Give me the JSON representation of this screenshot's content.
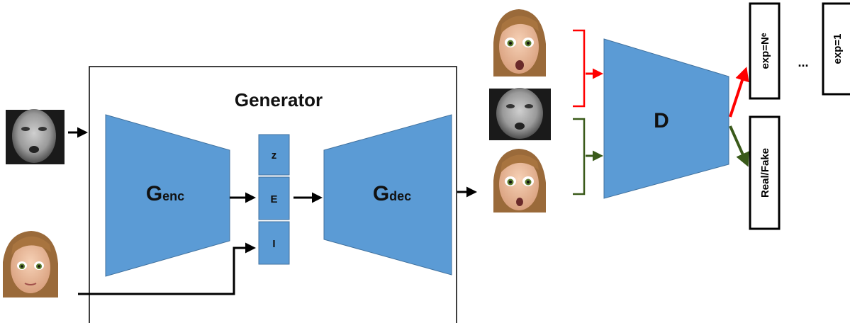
{
  "generator": {
    "title": "Generator"
  },
  "encoder": {
    "label_main": "G",
    "label_sub": "enc"
  },
  "decoder": {
    "label_main": "G",
    "label_sub": "dec"
  },
  "latent": {
    "z": "z",
    "e": "E",
    "i": "I"
  },
  "discriminator": {
    "label": "D"
  },
  "outputs": {
    "real_fake": "Real/Fake",
    "exp_n": "exp=Nᵉ",
    "exp_1": "exp=1",
    "ellipsis": "..."
  },
  "colors": {
    "block_fill": "#5b9bd5",
    "block_stroke": "#41729f",
    "red_branch": "#ff0000",
    "green_branch": "#3a5a1a",
    "arrow": "#000000"
  },
  "icons": {
    "face_input_gray": "grayscale-face-photo-icon",
    "face_input_cartoon": "cartoon-character-face-icon",
    "face_output_cartoon": "cartoon-character-face-icon",
    "face_ref_gray": "grayscale-face-photo-icon"
  }
}
